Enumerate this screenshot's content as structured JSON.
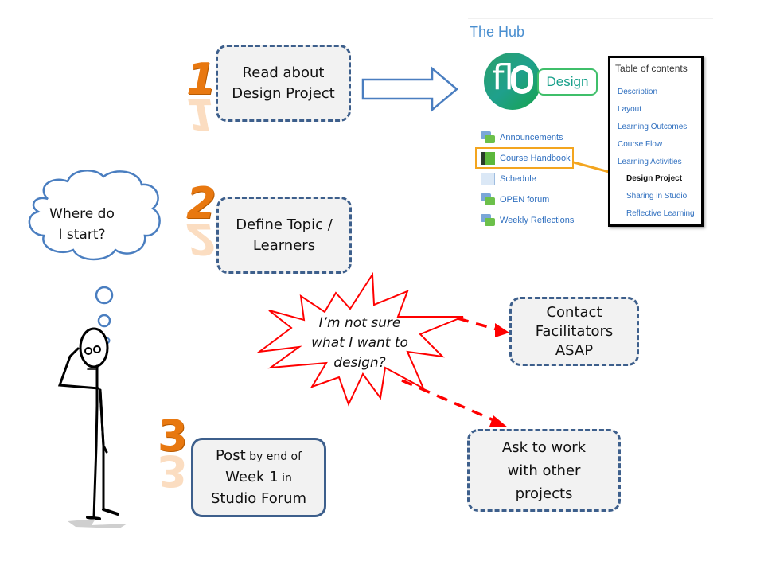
{
  "steps": [
    {
      "number": "1",
      "text_lines": [
        "Read about",
        "Design Project"
      ]
    },
    {
      "number": "2",
      "text_lines": [
        "Define Topic /",
        "Learners"
      ]
    },
    {
      "number": "3",
      "post_word": "Post",
      "post_small": " by end of",
      "week": "Week 1",
      "week_small": " in",
      "forum": "Studio Forum"
    }
  ],
  "thought_cloud": {
    "lines": [
      "Where do",
      "I start?"
    ]
  },
  "uncertainty_burst": {
    "lines": [
      "I’m not sure",
      "what I want to",
      "design?"
    ]
  },
  "options": [
    {
      "text_lines": [
        "Contact",
        "Facilitators",
        "ASAP"
      ]
    },
    {
      "text_lines": [
        "Ask to work",
        "with other",
        "projects"
      ]
    }
  ],
  "hub": {
    "title": "The Hub",
    "logo": {
      "mark": "fl",
      "label": "Design"
    },
    "items": [
      {
        "label": "Announcements",
        "icon": "forum-icon"
      },
      {
        "label": "Course Handbook",
        "icon": "book-icon",
        "highlighted": true
      },
      {
        "label": "Schedule",
        "icon": "page-icon"
      },
      {
        "label": "OPEN forum",
        "icon": "forum-icon"
      },
      {
        "label": "Weekly Reflections",
        "icon": "forum-icon"
      }
    ],
    "toc": {
      "title": "Table of contents",
      "items": [
        {
          "label": "Description",
          "indent": false,
          "active": false
        },
        {
          "label": "Layout",
          "indent": false,
          "active": false
        },
        {
          "label": "Learning Outcomes",
          "indent": false,
          "active": false
        },
        {
          "label": "Course Flow",
          "indent": false,
          "active": false
        },
        {
          "label": "Learning Activities",
          "indent": false,
          "active": false
        },
        {
          "label": "Design Project",
          "indent": true,
          "active": true
        },
        {
          "label": "Sharing in Studio",
          "indent": true,
          "active": false
        },
        {
          "label": "Reflective Learning",
          "indent": true,
          "active": false
        }
      ]
    }
  },
  "colors": {
    "box_border": "#3d5f8c",
    "box_fill": "#f2f2f2",
    "step_number": "#e87810",
    "burst": "#ff0000",
    "highlight": "#f3a51f",
    "link": "#2f6fbf",
    "cloud": "#4a7ec0"
  }
}
